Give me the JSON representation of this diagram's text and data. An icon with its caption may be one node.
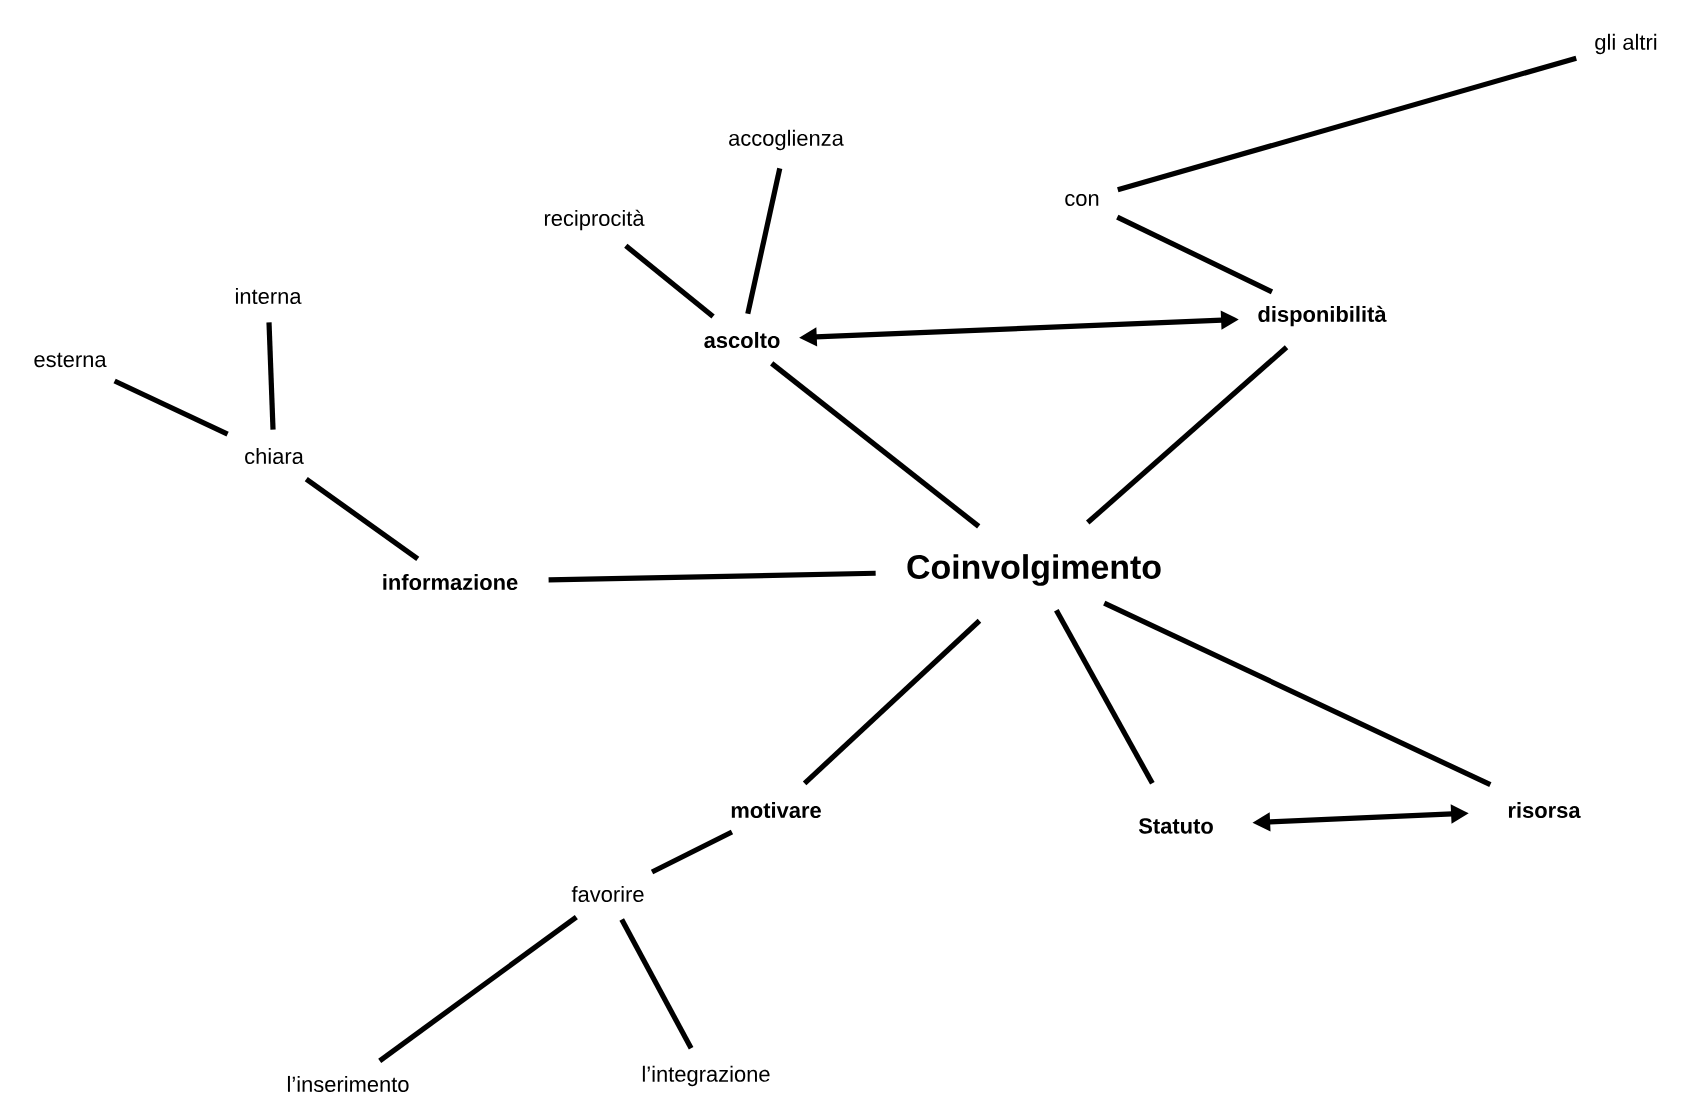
{
  "diagram": {
    "nodes": [
      {
        "text": [
          "Coinvolgimento"
        ]
      },
      {
        "text": [
          "ascolto"
        ]
      },
      {
        "text": [
          "disponibilità"
        ]
      },
      {
        "text": [
          "con"
        ]
      },
      {
        "text": [
          "gli altri"
        ]
      },
      {
        "text": [
          "accoglienza"
        ]
      },
      {
        "text": [
          "reciprocità"
        ]
      },
      {
        "text": [
          "informazione"
        ]
      },
      {
        "text": [
          "chiara"
        ]
      },
      {
        "text": [
          "interna"
        ]
      },
      {
        "text": [
          "esterna"
        ]
      },
      {
        "text": [
          "motivare"
        ]
      },
      {
        "text": [
          "favorire"
        ]
      },
      {
        "text": [
          "l’inserimento"
        ]
      },
      {
        "text": [
          "l’integrazione"
        ]
      },
      {
        "text": [
          "Statuto"
        ]
      },
      {
        "text": [
          "risorsa"
        ]
      }
    ],
    "edges": [
      {
        "from": 0,
        "to": 1,
        "arrow": "none"
      },
      {
        "from": 1,
        "to": 2,
        "arrow": "both"
      },
      {
        "from": 0,
        "to": 2,
        "arrow": "none"
      },
      {
        "from": 2,
        "to": 3,
        "arrow": "none"
      },
      {
        "from": 3,
        "to": 4,
        "arrow": "none"
      },
      {
        "from": 1,
        "to": 5,
        "arrow": "none"
      },
      {
        "from": 1,
        "to": 6,
        "arrow": "none"
      },
      {
        "from": 0,
        "to": 7,
        "arrow": "none"
      },
      {
        "from": 7,
        "to": 8,
        "arrow": "none"
      },
      {
        "from": 8,
        "to": 9,
        "arrow": "none"
      },
      {
        "from": 8,
        "to": 10,
        "arrow": "none"
      },
      {
        "from": 0,
        "to": 11,
        "arrow": "none"
      },
      {
        "from": 11,
        "to": 12,
        "arrow": "none"
      },
      {
        "from": 12,
        "to": 13,
        "arrow": "none"
      },
      {
        "from": 12,
        "to": 14,
        "arrow": "none"
      },
      {
        "from": 0,
        "to": 15,
        "arrow": "none"
      },
      {
        "from": 0,
        "to": 16,
        "arrow": "none"
      },
      {
        "from": 15,
        "to": 16,
        "arrow": "both"
      }
    ]
  }
}
